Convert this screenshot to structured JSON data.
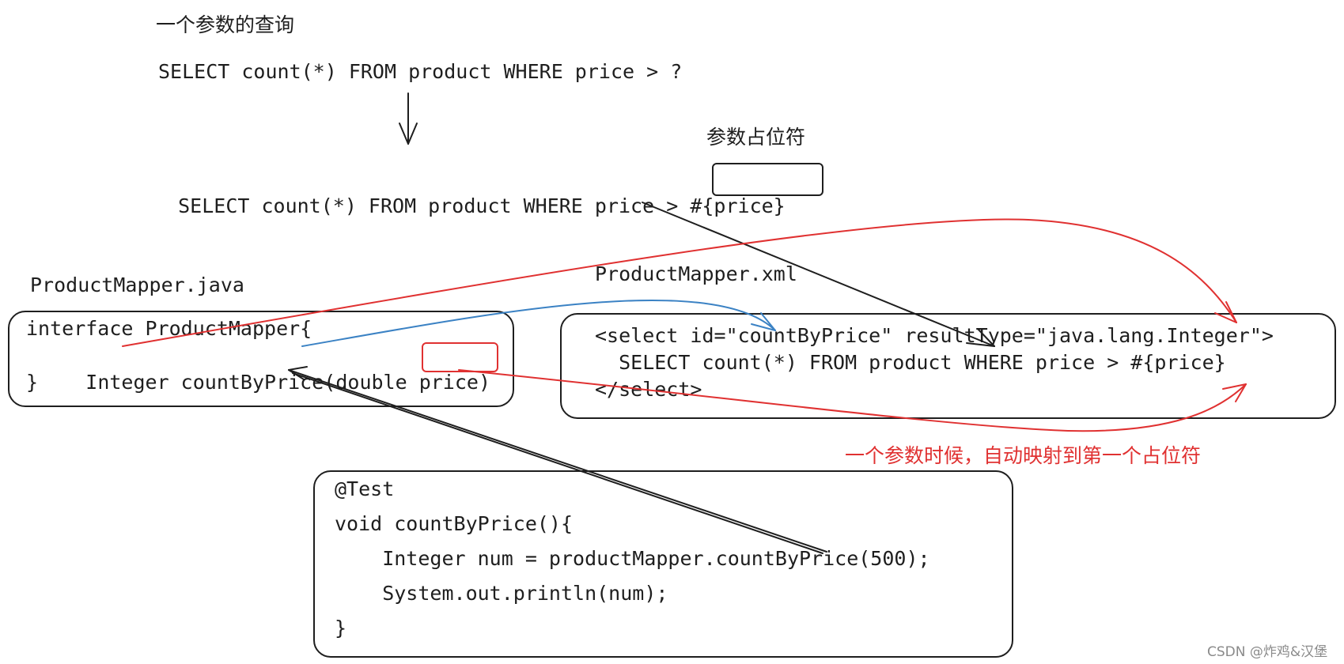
{
  "top": {
    "title": "一个参数的查询",
    "sql_plain": "SELECT count(*) FROM product WHERE price > ?",
    "placeholder_label": "参数占位符",
    "sql_mybatis_prefix": "SELECT count(*) FROM product WHERE price > ",
    "sql_mybatis_param": "#{price}"
  },
  "mapper_java": {
    "file_label": "ProductMapper.java",
    "line1": "interface ProductMapper{",
    "line2_prefix": "   Integer countByPrice(double ",
    "line2_param": "price",
    "line2_suffix": ")",
    "line3": "}"
  },
  "mapper_xml": {
    "file_label": "ProductMapper.xml",
    "line1": "<select id=\"countByPrice\" resultType=\"java.lang.Integer\">",
    "line2": "  SELECT count(*) FROM product WHERE price > #{price}",
    "line3": "</select>"
  },
  "annotation": {
    "text": "一个参数时候，自动映射到第一个占位符",
    "color": "#e03131"
  },
  "test": {
    "line1": "@Test",
    "line2": "void countByPrice(){",
    "line3": "    Integer num = productMapper.countByPrice(500);",
    "line4": "    System.out.println(num);",
    "line5": "}"
  },
  "colors": {
    "ink": "#1e1e1e",
    "red": "#e03131",
    "blue": "#3b82c4"
  },
  "watermark": "CSDN @炸鸡&汉堡"
}
